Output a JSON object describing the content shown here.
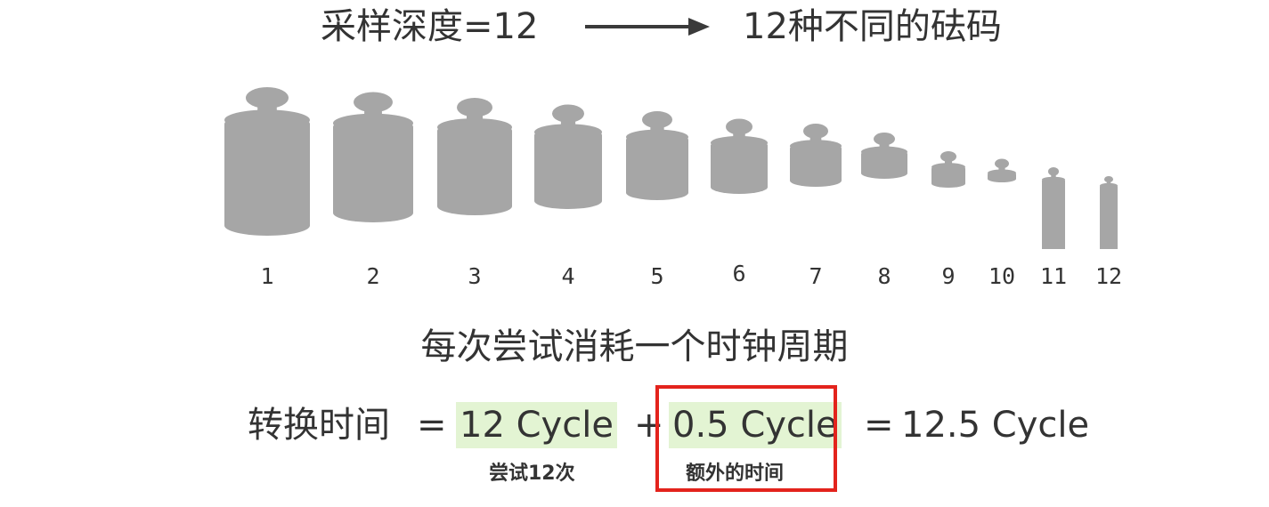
{
  "header": {
    "left": "采样深度=12",
    "right": "12种不同的砝码"
  },
  "weights": {
    "labels": [
      "1",
      "2",
      "3",
      "4",
      "5",
      "6",
      "7",
      "8",
      "9",
      "10",
      "11",
      "12"
    ],
    "color": "#a6a6a6"
  },
  "middle_text": "每次尝试消耗一个时钟周期",
  "equation": {
    "lhs": "转换时间",
    "eq1": "=",
    "term1": "12 Cycle",
    "plus": "+",
    "term2": "0.5 Cycle",
    "eq2": "=",
    "result": "12.5 Cycle",
    "term1_note": "尝试12次",
    "term2_note": "额外的时间",
    "highlight_color": "#e3f4d3",
    "box_color": "#e3231c"
  }
}
